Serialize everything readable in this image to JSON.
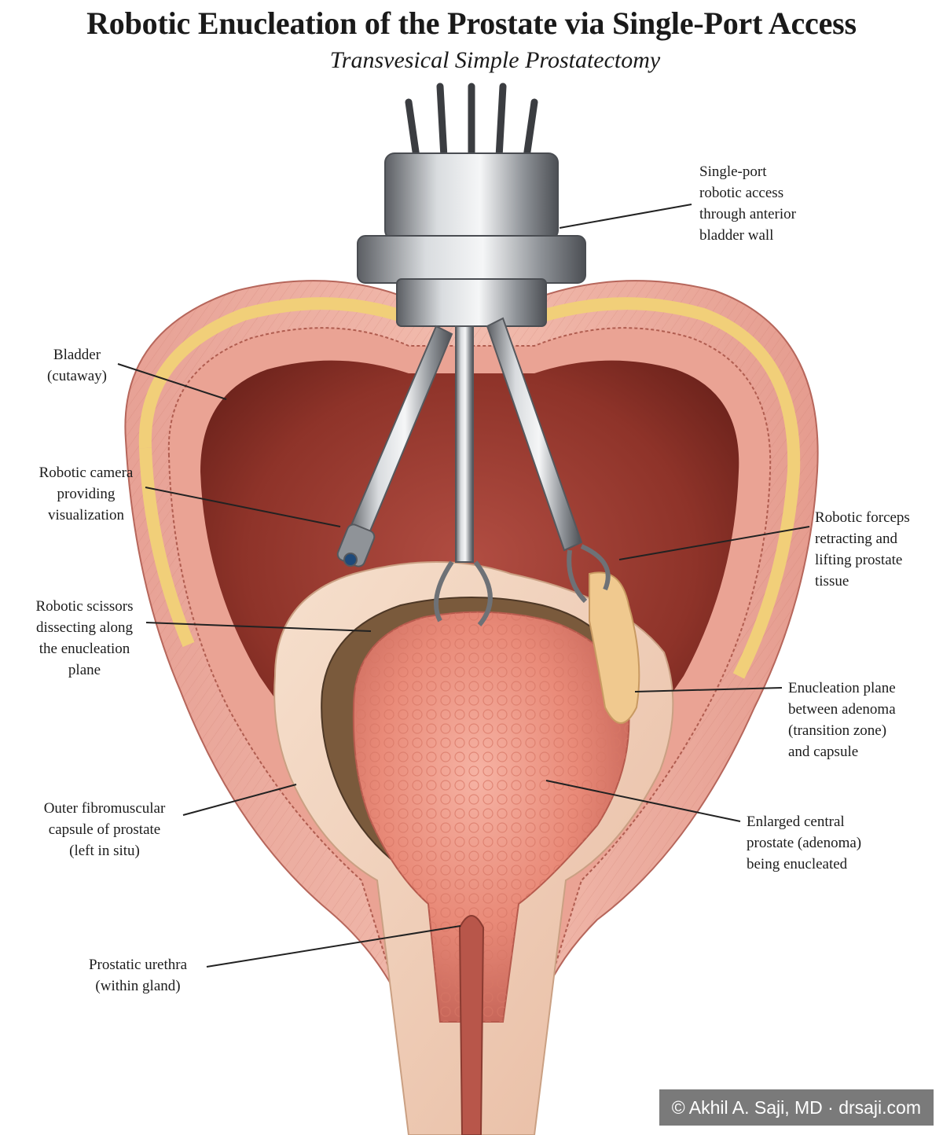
{
  "title": "Robotic Enucleation of the Prostate via Single-Port Access",
  "subtitle": "Transvesical Simple Prostatectomy",
  "labels": {
    "port": [
      "Single-port",
      "robotic access",
      "through anterior",
      "bladder wall"
    ],
    "bladder": [
      "Bladder",
      "(cutaway)"
    ],
    "camera": [
      "Robotic camera",
      "providing",
      "visualization"
    ],
    "forceps": [
      "Robotic forceps",
      "retracting and",
      "lifting prostate",
      "tissue"
    ],
    "scissors": [
      "Robotic scissors",
      "dissecting along",
      "the enucleation",
      "plane"
    ],
    "plane": [
      "Enucleation plane",
      "between adenoma",
      "(transition zone)",
      "and capsule"
    ],
    "capsule": [
      "Outer fibromuscular",
      "capsule of prostate",
      "(left in situ)"
    ],
    "adenoma": [
      "Enlarged central",
      "prostate (adenoma)",
      "being enucleated"
    ],
    "urethra": [
      "Prostatic urethra",
      "(within gland)"
    ]
  },
  "watermark": "© Akhil A. Saji, MD · drsaji.com"
}
